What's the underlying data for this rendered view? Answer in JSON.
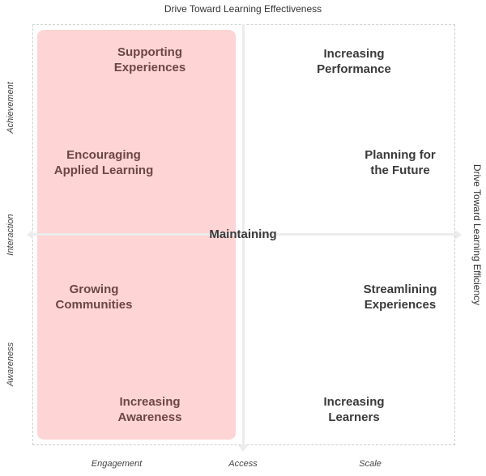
{
  "titles": {
    "top": "Drive Toward Learning Effectiveness",
    "right": "Drive Toward Learning Efficiency"
  },
  "left_axis": [
    "Achievement",
    "Interaction",
    "Awareness"
  ],
  "bottom_axis": [
    "Engagement",
    "Access",
    "Scale"
  ],
  "center_label": "Maintaining",
  "left_column": [
    "Supporting\nExperiences",
    "Encouraging\nApplied Learning",
    "Growing\nCommunities",
    "Increasing\nAwareness"
  ],
  "right_column": [
    "Increasing\nPerformance",
    "Planning for\nthe Future",
    "Streamlining\nExperiences",
    "Increasing\nLearners"
  ],
  "colors": {
    "highlight": "#ffd4d4",
    "left_text": "#6b4646",
    "right_text": "#3a3a3a"
  }
}
